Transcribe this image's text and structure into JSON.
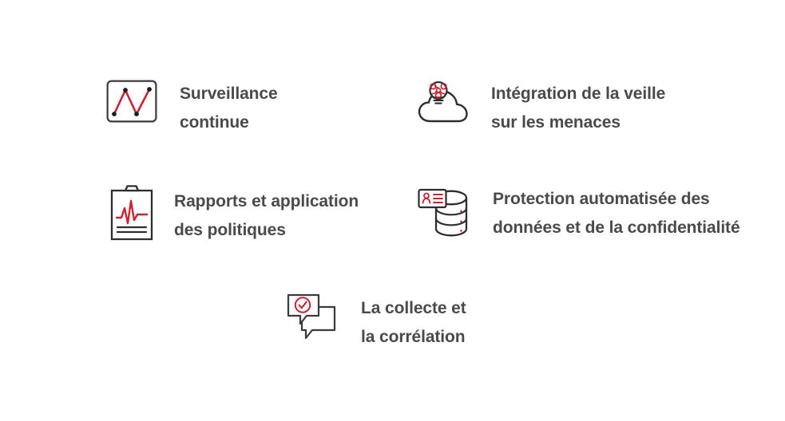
{
  "page": {
    "background_color": "#ffffff",
    "text_color": "#4a4a4a",
    "accent_color": "#cc2233",
    "outline_color": "#3a3a3a"
  },
  "features": [
    {
      "id": "monitoring",
      "icon_name": "line-chart-monitoring-icon",
      "label": "Surveillance\ncontinue"
    },
    {
      "id": "threat-intel",
      "icon_name": "cloud-lightbulb-biohazard-icon",
      "label": "Intégration de la veille\nsur les menaces"
    },
    {
      "id": "reporting",
      "icon_name": "clipboard-pulse-report-icon",
      "label": "Rapports et application\ndes politiques"
    },
    {
      "id": "data-privacy",
      "icon_name": "database-id-card-icon",
      "label": "Protection automatisée des\ndonnées et de la confidentialité"
    },
    {
      "id": "collection",
      "icon_name": "speech-bubbles-check-icon",
      "label": "La collecte et\nla corrélation"
    }
  ]
}
